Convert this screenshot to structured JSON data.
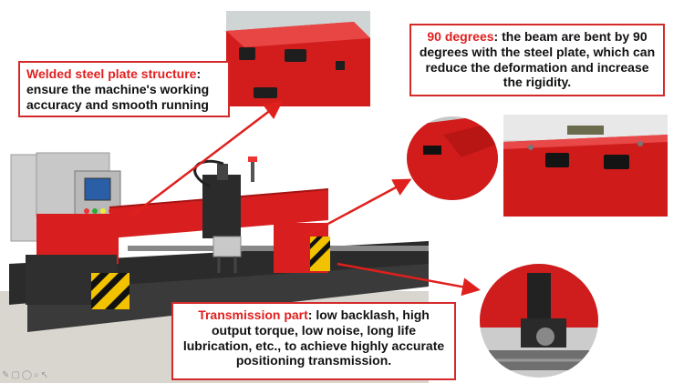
{
  "callouts": {
    "welded": {
      "title": "Welded steel plate structure",
      "sep": ":",
      "body": "ensure the machine's working accuracy and smooth running"
    },
    "degrees": {
      "title": "90 degrees",
      "sep": ":",
      "body": "the beam are bent by 90 degrees with the steel plate, which can reduce the deformation and increase the rigidity."
    },
    "transmission": {
      "title": "Transmission part",
      "sep": ":",
      "body": "low backlash, high output torque, low noise, long life lubrication, etc., to achieve highly accurate positioning transmission."
    }
  },
  "colors": {
    "machine_red": "#d81e1e",
    "border_red": "#d42a2a",
    "highlight_red": "#e02020",
    "arrow_red": "#e0201c"
  },
  "icons": [
    "pencil-icon",
    "square-icon",
    "comment-icon",
    "zoom-icon",
    "cursor-icon"
  ],
  "toolbar_glyphs": "✎▢◯⌕↖"
}
